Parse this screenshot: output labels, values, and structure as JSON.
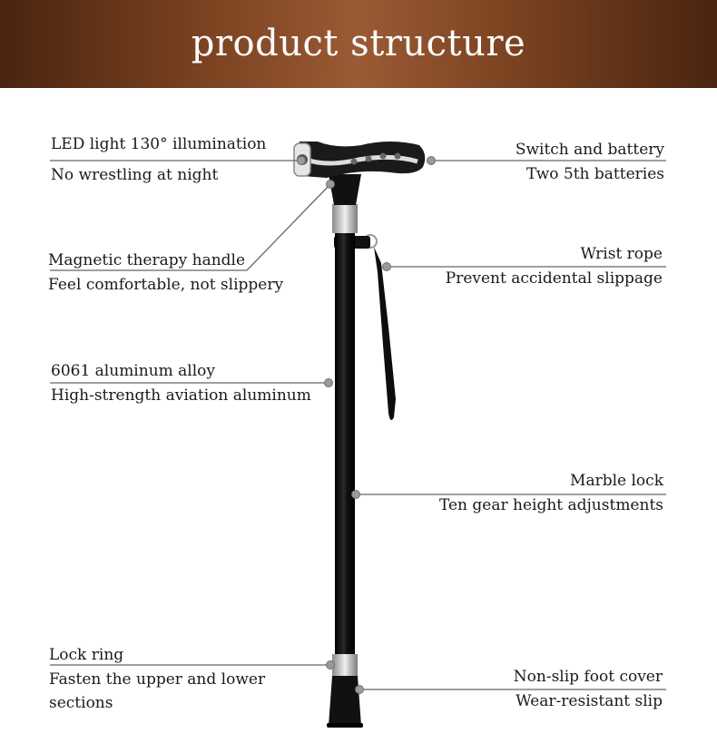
{
  "header": {
    "title": "product structure"
  },
  "callouts": {
    "led": {
      "title": "LED light 130° illumination",
      "desc": "No wrestling at night"
    },
    "switch": {
      "title": "Switch and battery",
      "desc": "Two 5th batteries"
    },
    "handle": {
      "title": "Magnetic therapy handle",
      "desc": "Feel comfortable, not slippery"
    },
    "wrist": {
      "title": "Wrist rope",
      "desc": "Prevent accidental slippage"
    },
    "alloy": {
      "title": "6061 aluminum alloy",
      "desc": "High-strength aviation aluminum"
    },
    "marble": {
      "title": "Marble lock",
      "desc": "Ten gear height adjustments"
    },
    "lockring": {
      "title": "Lock ring",
      "desc": "Fasten the upper and lower sections"
    },
    "foot": {
      "title": "Non-slip foot cover",
      "desc": "Wear-resistant slip"
    }
  },
  "colors": {
    "banner": "#7a4220",
    "cane": "#0a0a0a",
    "line": "#666666",
    "dot": "#9a9a9a"
  }
}
